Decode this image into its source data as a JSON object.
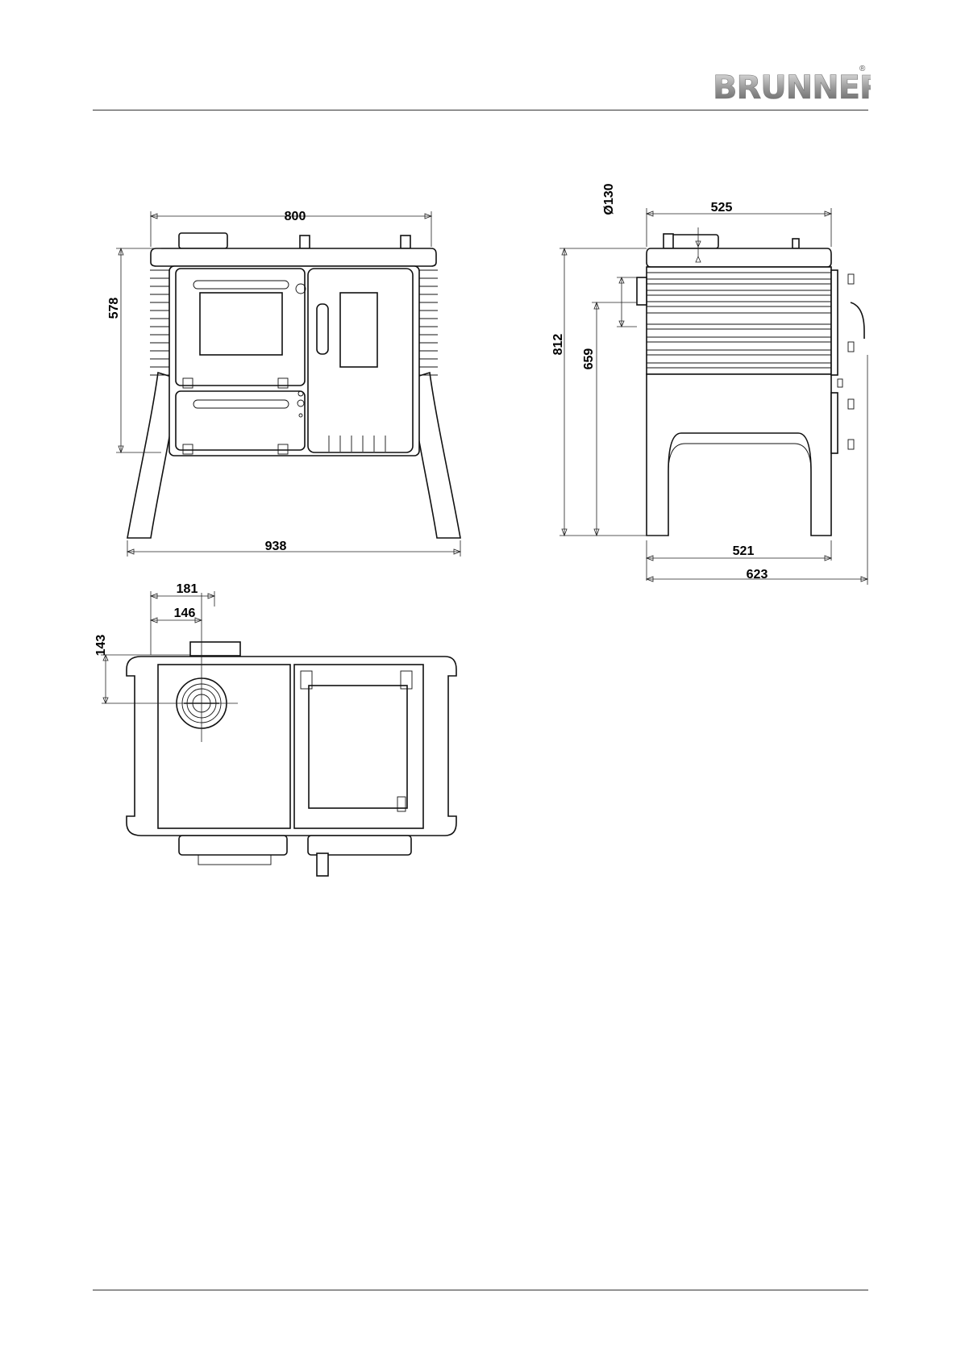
{
  "brand": {
    "name": "BRUNNER",
    "registered": "®"
  },
  "drawings": {
    "front_view": {
      "width_top": "800",
      "height_body": "578",
      "width_feet": "938"
    },
    "side_view": {
      "flue_diameter": "Ø130",
      "depth_top": "525",
      "height_total": "812",
      "height_flue": "659",
      "depth_base": "521",
      "depth_total": "623"
    },
    "top_view": {
      "flue_offset_outer": "181",
      "flue_offset_inner": "146",
      "flue_depth": "143"
    }
  }
}
